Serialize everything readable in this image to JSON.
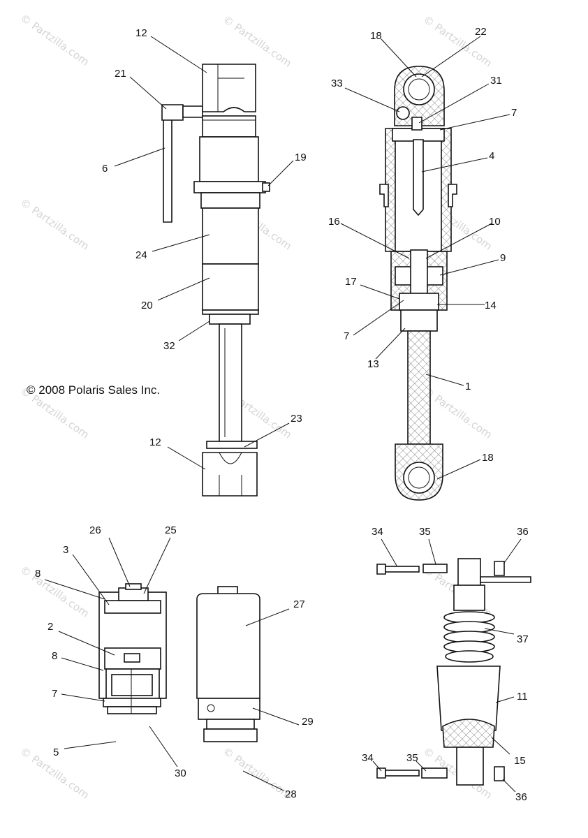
{
  "copyright": "© 2008 Polaris Sales Inc.",
  "watermark": "© Partzilla.com",
  "callouts": [
    {
      "id": "c12a",
      "text": "12"
    },
    {
      "id": "c21",
      "text": "21"
    },
    {
      "id": "c6",
      "text": "6"
    },
    {
      "id": "c19",
      "text": "19"
    },
    {
      "id": "c24",
      "text": "24"
    },
    {
      "id": "c20",
      "text": "20"
    },
    {
      "id": "c32",
      "text": "32"
    },
    {
      "id": "c23",
      "text": "23"
    },
    {
      "id": "c12b",
      "text": "12"
    },
    {
      "id": "c18a",
      "text": "18"
    },
    {
      "id": "c22",
      "text": "22"
    },
    {
      "id": "c33",
      "text": "33"
    },
    {
      "id": "c31",
      "text": "31"
    },
    {
      "id": "c7a",
      "text": "7"
    },
    {
      "id": "c4",
      "text": "4"
    },
    {
      "id": "c16",
      "text": "16"
    },
    {
      "id": "c10",
      "text": "10"
    },
    {
      "id": "c9",
      "text": "9"
    },
    {
      "id": "c17",
      "text": "17"
    },
    {
      "id": "c14",
      "text": "14"
    },
    {
      "id": "c7b",
      "text": "7"
    },
    {
      "id": "c13",
      "text": "13"
    },
    {
      "id": "c1",
      "text": "1"
    },
    {
      "id": "c18b",
      "text": "18"
    },
    {
      "id": "c26",
      "text": "26"
    },
    {
      "id": "c25",
      "text": "25"
    },
    {
      "id": "c3",
      "text": "3"
    },
    {
      "id": "c8a",
      "text": "8"
    },
    {
      "id": "c2",
      "text": "2"
    },
    {
      "id": "c8b",
      "text": "8"
    },
    {
      "id": "c7c",
      "text": "7"
    },
    {
      "id": "c5",
      "text": "5"
    },
    {
      "id": "c30",
      "text": "30"
    },
    {
      "id": "c27",
      "text": "27"
    },
    {
      "id": "c29",
      "text": "29"
    },
    {
      "id": "c28",
      "text": "28"
    },
    {
      "id": "c34a",
      "text": "34"
    },
    {
      "id": "c35a",
      "text": "35"
    },
    {
      "id": "c36a",
      "text": "36"
    },
    {
      "id": "c37",
      "text": "37"
    },
    {
      "id": "c11",
      "text": "11"
    },
    {
      "id": "c15",
      "text": "15"
    },
    {
      "id": "c34b",
      "text": "34"
    },
    {
      "id": "c35b",
      "text": "35"
    },
    {
      "id": "c36b",
      "text": "36"
    }
  ]
}
